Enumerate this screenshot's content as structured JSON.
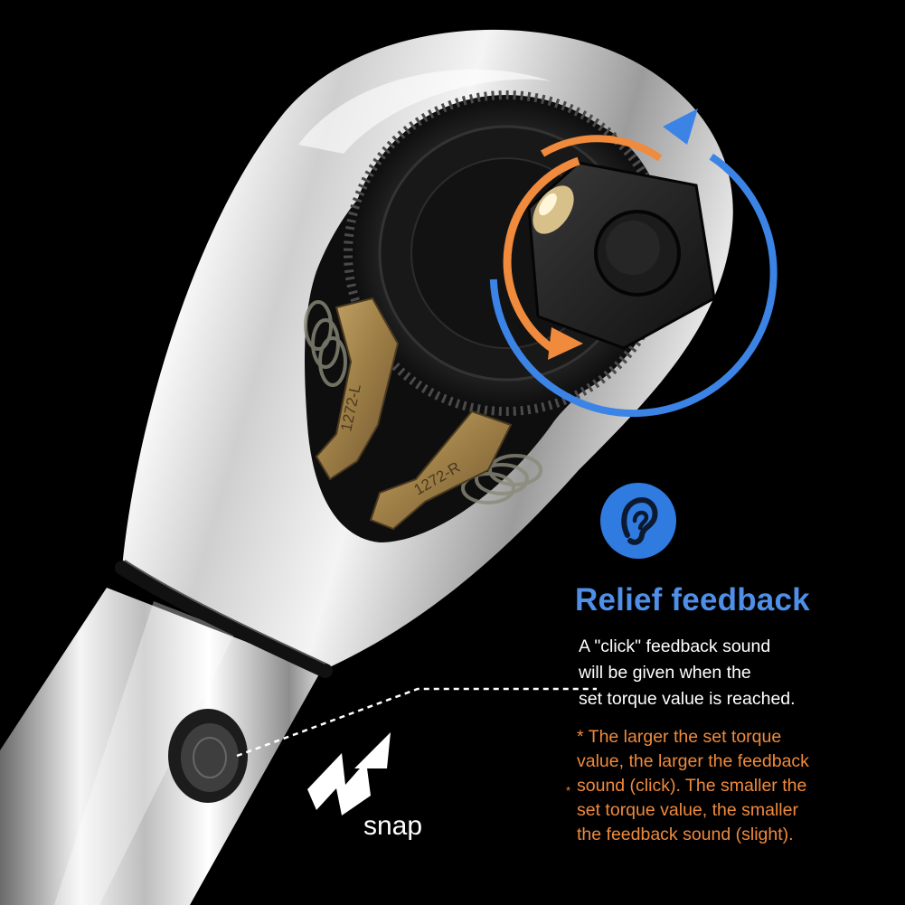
{
  "feature": {
    "icon": "ear-icon",
    "title": "Relief feedback",
    "description_lines": [
      "A \"click\" feedback sound",
      "will be given when the",
      "set torque value is reached."
    ],
    "note_lines": [
      "* The larger the set torque",
      "value, the larger the feedback",
      "sound (click). The smaller the",
      "set torque value, the smaller",
      "the feedback sound (slight)."
    ],
    "stray_mark": "*"
  },
  "sound_label": "snap",
  "part_markings": [
    "1272-L",
    "1272-R"
  ],
  "colors": {
    "background": "#000000",
    "accent_blue": "#3b84e6",
    "accent_orange": "#f08a3c",
    "brass": "#a88a4e"
  }
}
